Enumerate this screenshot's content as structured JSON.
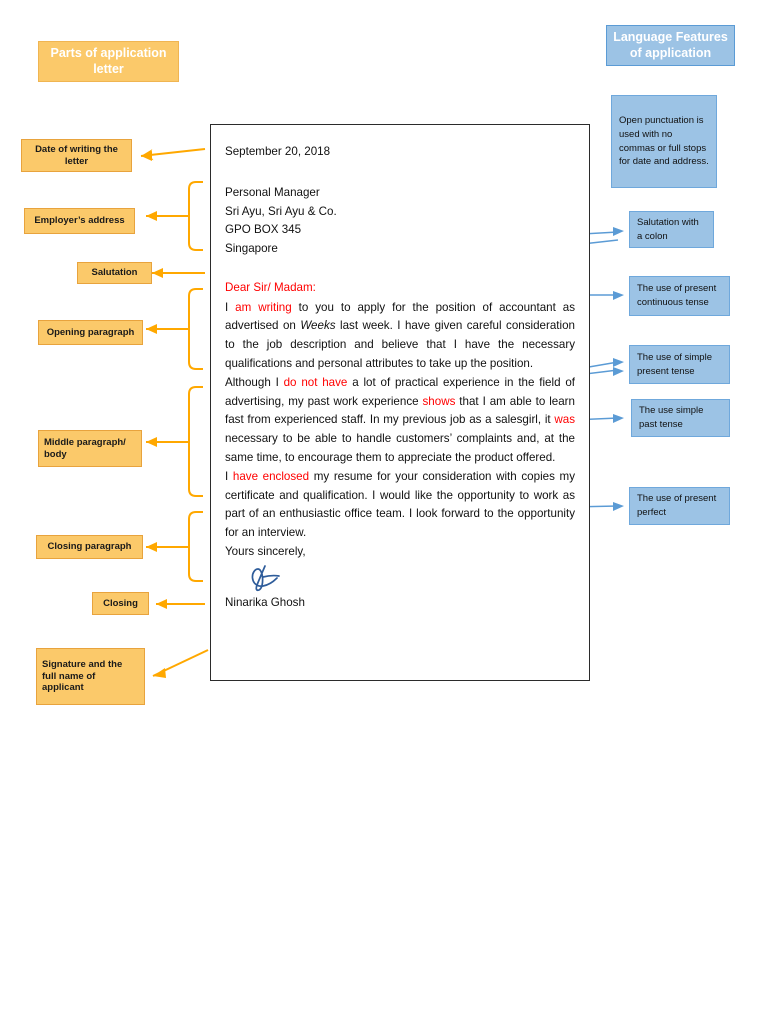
{
  "headers": {
    "left": "Parts of application letter",
    "right": "Language Features of application"
  },
  "left_labels": [
    {
      "name": "date-of-writing",
      "text": "Date of writing the letter"
    },
    {
      "name": "employers-address",
      "text": "Employer’s address"
    },
    {
      "name": "salutation",
      "text": "Salutation"
    },
    {
      "name": "opening-paragraph",
      "text": "Opening paragraph"
    },
    {
      "name": "middle-paragraph",
      "text": "Middle paragraph/ body"
    },
    {
      "name": "closing-paragraph",
      "text": "Closing paragraph"
    },
    {
      "name": "closing",
      "text": "Closing"
    },
    {
      "name": "signature-and-name",
      "text": "Signature and the full name of applicant"
    }
  ],
  "right_labels": [
    {
      "name": "open-punctuation",
      "text": "Open punctuation is used with no commas or full stops for date and address."
    },
    {
      "name": "salutation-colon",
      "text": "Salutation with a colon"
    },
    {
      "name": "present-continuous",
      "text": "The use of present continuous tense"
    },
    {
      "name": "simple-present",
      "text": "The use of simple present tense"
    },
    {
      "name": "simple-past",
      "text": "The use simple past tense"
    },
    {
      "name": "present-perfect",
      "text": "The use of present perfect"
    }
  ],
  "letter": {
    "date": "September 20, 2018",
    "address": {
      "line1": "Personal Manager",
      "line2": "Sri Ayu, Sri Ayu & Co.",
      "line3": "GPO BOX 345",
      "line4": "Singapore"
    },
    "salutation": "Dear Sir/ Madam:",
    "opening": {
      "highlight_lead": "I ",
      "highlight": "am writing",
      "part1": " to you to apply for the position of accountant as advertised on ",
      "italic": "Weeks",
      "part2": " last week. I have given careful consideration to the job description and believe that I have the necessary qualifications and personal attributes to take up the position."
    },
    "middle": {
      "part1": "Although I ",
      "highlight1": "do not have",
      "part2": " a lot of practical experience in the field of advertising, my past work experience ",
      "highlight2": "shows",
      "part3": " that I am able to learn fast from experienced staff. In my previous job as a salesgirl, it ",
      "highlight3": "was",
      "part4": " necessary to be able to handle customers’ complaints and, at the same time, to encourage them to appreciate the product offered."
    },
    "closing_para": {
      "lead": "I ",
      "highlight": "have enclosed",
      "rest": " my resume for your consideration with copies my certificate and qualification. I would like the opportunity to work as part of an enthusiastic office team. I look forward to the opportunity for an interview."
    },
    "closing": "Yours sincerely,",
    "signature_name": "Ninarika Ghosh"
  },
  "colors": {
    "orange_fill": "#FBC96A",
    "orange_line": "#FFA800",
    "blue_fill": "#9CC3E5",
    "blue_line": "#5B9BD5",
    "highlight": "#FF0000",
    "signature_ink": "#2E5C9A"
  }
}
